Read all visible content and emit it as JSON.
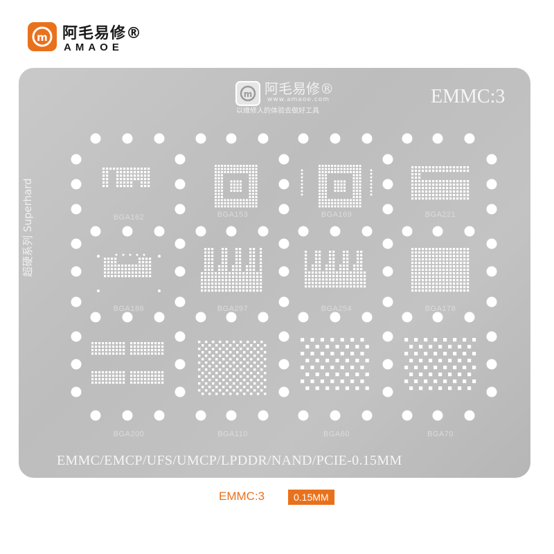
{
  "brand": {
    "name_cn": "阿毛易修®",
    "name_en": "AMAOE",
    "logo_icon": "amaoe-m-logo-icon",
    "accent_color": "#e9711c"
  },
  "plate": {
    "brand_cn": "阿毛易修®",
    "website": "www.amaoe.com",
    "slogan": "以维修人的体验去做好工具",
    "model": "EMMC:3",
    "side_label_cn": "超硬系列",
    "side_label_en": "Superhard",
    "chips": [
      {
        "name": "BGA162"
      },
      {
        "name": "BGA153"
      },
      {
        "name": "BGA169"
      },
      {
        "name": "BGA221"
      },
      {
        "name": "BGA186"
      },
      {
        "name": "BGA297"
      },
      {
        "name": "BGA254"
      },
      {
        "name": "BGA178"
      },
      {
        "name": "BGA200"
      },
      {
        "name": "BGA110"
      },
      {
        "name": "BGA60"
      },
      {
        "name": "BGA70"
      }
    ],
    "compatibility_line": "EMMC/EMCP/UFS/UMCP/LPDDR/NAND/PCIE-0.15MM"
  },
  "spec": {
    "model": "EMMC:3",
    "thickness": "0.15MM"
  }
}
